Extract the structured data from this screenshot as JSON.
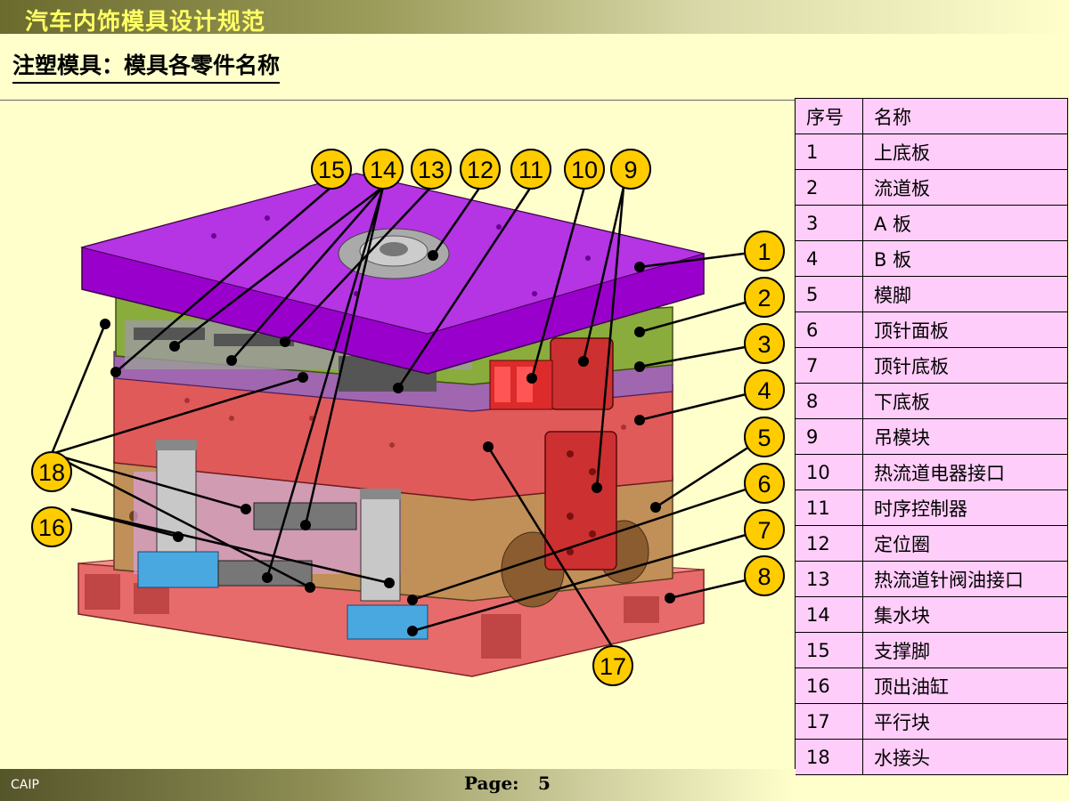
{
  "header": {
    "title": "汽车内饰模具设计规范"
  },
  "subtitle": "注塑模具：模具各零件名称",
  "table": {
    "headers": [
      "序号",
      "名称"
    ],
    "rows": [
      [
        "1",
        "上底板"
      ],
      [
        "2",
        "流道板"
      ],
      [
        "3",
        "A 板"
      ],
      [
        "4",
        "B 板"
      ],
      [
        "5",
        "模脚"
      ],
      [
        "6",
        "顶针面板"
      ],
      [
        "7",
        "顶针底板"
      ],
      [
        "8",
        "下底板"
      ],
      [
        "9",
        "吊模块"
      ],
      [
        "10",
        "热流道电器接口"
      ],
      [
        "11",
        "时序控制器"
      ],
      [
        "12",
        "定位圈"
      ],
      [
        "13",
        "热流道针阀油接口"
      ],
      [
        "14",
        "集水块"
      ],
      [
        "15",
        "支撑脚"
      ],
      [
        "16",
        "顶出油缸"
      ],
      [
        "17",
        "平行块"
      ],
      [
        "18",
        "水接头"
      ]
    ]
  },
  "callouts": {
    "c1": "1",
    "c2": "2",
    "c3": "3",
    "c4": "4",
    "c5": "5",
    "c6": "6",
    "c7": "7",
    "c8": "8",
    "c9": "9",
    "c10": "10",
    "c11": "11",
    "c12": "12",
    "c13": "13",
    "c14": "14",
    "c15": "15",
    "c16": "16",
    "c17": "17",
    "c18": "18"
  },
  "colors": {
    "background": "#ffffcc",
    "callout_fill": "#ffcc00",
    "table_fill": "#ffcdf9",
    "top_plate": "#9900cc",
    "runner_plate": "#88aa33",
    "a_plate": "#cc4444",
    "b_plate": "#dd5555",
    "mold_feet": "#cc9955",
    "bottom_plate": "#ee7777",
    "hanger_block": "#cc3333",
    "cylinder": "#55aadd"
  },
  "footer": {
    "left": "CAIP",
    "page_label": "Page:",
    "page_number": "5"
  }
}
